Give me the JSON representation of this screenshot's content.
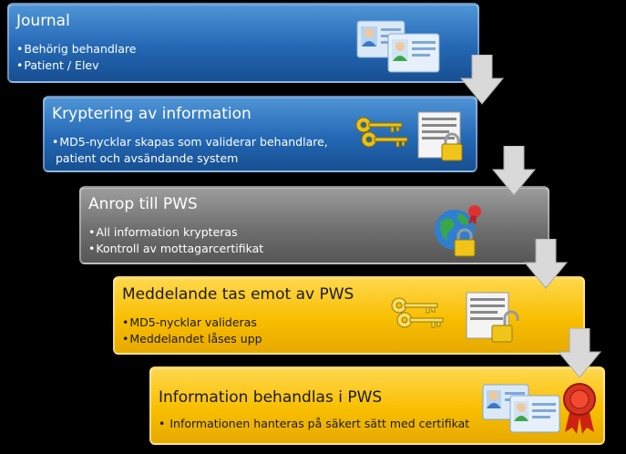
{
  "colors": {
    "blue": "#2468b4",
    "gray": "#6f6f6f",
    "gold": "#f8be00",
    "arrow": "#d9d9d9",
    "background": "#000000"
  },
  "steps": [
    {
      "title": "Journal",
      "bullets": [
        "Behörig behandlare",
        "Patient / Elev"
      ],
      "color": "blue",
      "icons": [
        "contact-card-icon",
        "contact-card-icon"
      ]
    },
    {
      "title": "Kryptering av information",
      "bullets": [
        "MD5-nycklar skapas som validerar behandlare,",
        "patient och avsändande system"
      ],
      "bullet_continuation": [
        false,
        true
      ],
      "color": "blue",
      "icons": [
        "keys-icon",
        "locked-document-icon"
      ]
    },
    {
      "title": "Anrop till PWS",
      "bullets": [
        "All information krypteras",
        "Kontroll av mottagarcertifikat"
      ],
      "color": "gray",
      "icons": [
        "secure-globe-icon"
      ]
    },
    {
      "title": "Meddelande tas emot av PWS",
      "bullets": [
        "MD5-nycklar valideras",
        "Meddelandet låses upp"
      ],
      "color": "gold",
      "icons": [
        "keys-icon",
        "unlocked-document-icon"
      ]
    },
    {
      "title": "Information behandlas i PWS",
      "bullets": [
        "Informationen hanteras på säkert sätt med certifikat"
      ],
      "color": "gold",
      "icons": [
        "contact-card-icon",
        "certificate-seal-icon"
      ]
    }
  ],
  "bullet_char": "•"
}
